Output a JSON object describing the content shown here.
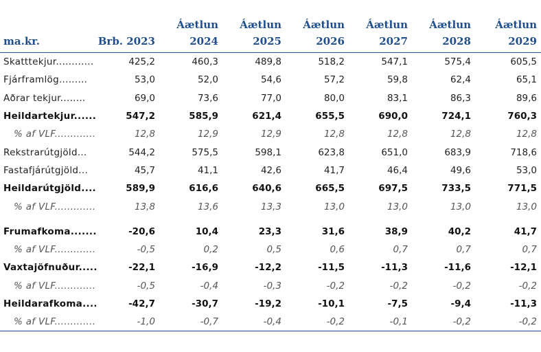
{
  "header": {
    "unit": "ma.kr.",
    "columns": [
      {
        "line1": "",
        "line2": "Brb. 2023"
      },
      {
        "line1": "Áætlun",
        "line2": "2024"
      },
      {
        "line1": "Áætlun",
        "line2": "2025"
      },
      {
        "line1": "Áætlun",
        "line2": "2026"
      },
      {
        "line1": "Áætlun",
        "line2": "2027"
      },
      {
        "line1": "Áætlun",
        "line2": "2028"
      },
      {
        "line1": "Áætlun",
        "line2": "2029"
      }
    ]
  },
  "rows": [
    {
      "label": "Skatttekjur............",
      "values": [
        "425,2",
        "460,3",
        "489,8",
        "518,2",
        "547,1",
        "575,4",
        "605,5"
      ]
    },
    {
      "label": "Fjárframlög.........",
      "values": [
        "53,0",
        "52,0",
        "54,6",
        "57,2",
        "59,8",
        "62,4",
        "65,1"
      ]
    },
    {
      "label": "Aðrar tekjur........",
      "values": [
        "69,0",
        "73,6",
        "77,0",
        "80,0",
        "83,1",
        "86,3",
        "89,6"
      ]
    },
    {
      "label": "Heildartekjur......",
      "values": [
        "547,2",
        "585,9",
        "621,4",
        "655,5",
        "690,0",
        "724,1",
        "760,3"
      ]
    },
    {
      "label": "% af VLF.............",
      "values": [
        "12,8",
        "12,9",
        "12,9",
        "12,8",
        "12,8",
        "12,8",
        "12,8"
      ]
    },
    {
      "label": "Rekstrarútgjöld...",
      "values": [
        "544,2",
        "575,5",
        "598,1",
        "623,8",
        "651,0",
        "683,9",
        "718,6"
      ]
    },
    {
      "label": "Fastafjárútgjöld...",
      "values": [
        "45,7",
        "41,1",
        "42,6",
        "41,7",
        "46,4",
        "49,6",
        "53,0"
      ]
    },
    {
      "label": "Heildarútgjöld....",
      "values": [
        "589,9",
        "616,6",
        "640,6",
        "665,5",
        "697,5",
        "733,5",
        "771,5"
      ]
    },
    {
      "label": "% af VLF.............",
      "values": [
        "13,8",
        "13,6",
        "13,3",
        "13,0",
        "13,0",
        "13,0",
        "13,0"
      ]
    },
    {
      "label": "Frumafkoma.........",
      "values": [
        "-20,6",
        "10,4",
        "23,3",
        "31,6",
        "38,9",
        "40,2",
        "41,7"
      ]
    },
    {
      "label": "% af VLF.............",
      "values": [
        "-0,5",
        "0,2",
        "0,5",
        "0,6",
        "0,7",
        "0,7",
        "0,7"
      ]
    },
    {
      "label": "Vaxtajöfnuður.....",
      "values": [
        "-22,1",
        "-16,9",
        "-12,2",
        "-11,5",
        "-11,3",
        "-11,6",
        "-12,1"
      ]
    },
    {
      "label": "% af VLF.............",
      "values": [
        "-0,5",
        "-0,4",
        "-0,3",
        "-0,2",
        "-0,2",
        "-0,2",
        "-0,2"
      ]
    },
    {
      "label": "Heildarafkoma....",
      "values": [
        "-42,7",
        "-30,7",
        "-19,2",
        "-10,1",
        "-7,5",
        "-9,4",
        "-11,3"
      ]
    },
    {
      "label": "% af VLF.............",
      "values": [
        "-1,0",
        "-0,7",
        "-0,4",
        "-0,2",
        "-0,1",
        "-0,2",
        "-0,2"
      ]
    }
  ],
  "colors": {
    "header": "#1f4e8c"
  }
}
